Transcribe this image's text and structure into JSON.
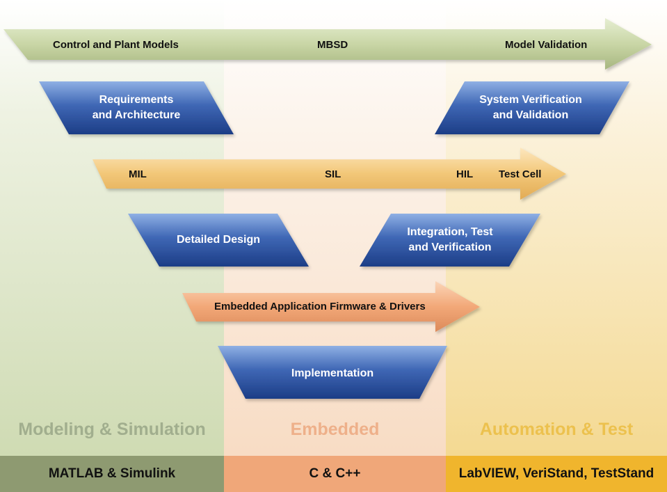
{
  "mbsd_arrow": {
    "left_label": "Control and Plant Models",
    "center_label": "MBSD",
    "right_label": "Model Validation"
  },
  "test_arrow": {
    "mil": "MIL",
    "sil": "SIL",
    "hil": "HIL",
    "test_cell": "Test Cell"
  },
  "firmware_arrow": {
    "label": "Embedded Application Firmware & Drivers"
  },
  "boxes": {
    "requirements": [
      "Requirements",
      "and Architecture"
    ],
    "system_verification": [
      "System Verification",
      "and Validation"
    ],
    "detailed_design": "Detailed Design",
    "integration": [
      "Integration, Test",
      "and Verification"
    ],
    "implementation": "Implementation"
  },
  "sections": {
    "left": "Modeling & Simulation",
    "middle": "Embedded",
    "right": "Automation & Test"
  },
  "tools": {
    "left": "MATLAB & Simulink",
    "middle": "C & C++",
    "right": "LabVIEW, VeriStand, TestStand"
  },
  "colors": {
    "blue_box": "#2a4f9c",
    "green_arrow": "#c9d6a6",
    "yellow_arrow": "#f2c778",
    "orange_arrow": "#f2a878",
    "modeling_bar": "#8e9a71",
    "embedded_bar": "#f0a779",
    "automation_bar": "#f0b52d"
  }
}
